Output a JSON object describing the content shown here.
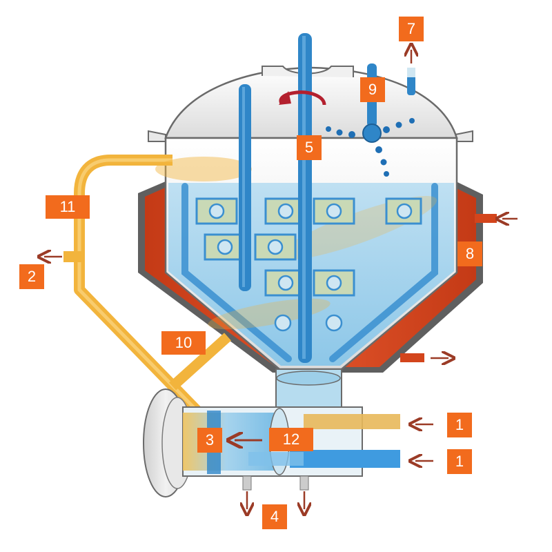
{
  "colors": {
    "callout": "#f26b1d",
    "liquid": "#a9d6ee",
    "shaft": "#2f86c8",
    "yellow_pipe": "#f2b43c",
    "jacket": "#d3451c",
    "arrow": "#9b3b26"
  },
  "labels": {
    "l1a": "1",
    "l1b": "1",
    "l2": "2",
    "l3": "3",
    "l4": "4",
    "l5": "5",
    "l7": "7",
    "l8": "8",
    "l9": "9",
    "l10": "10",
    "l11": "11",
    "l12": "12"
  }
}
